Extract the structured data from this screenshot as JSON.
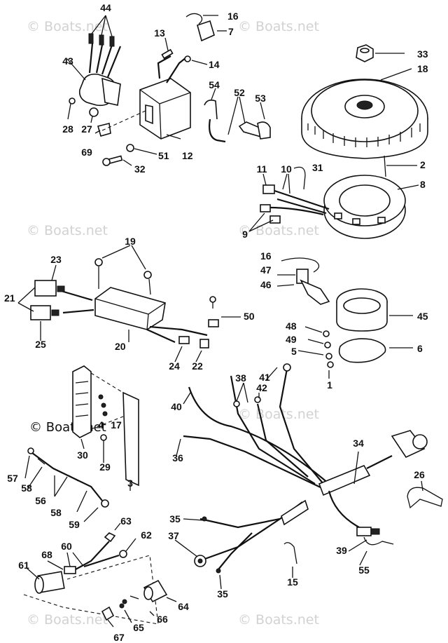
{
  "watermark": {
    "text": "© Boats.net"
  },
  "labels": {
    "l44": "44",
    "l16a": "16",
    "l7": "7",
    "l13": "13",
    "l43": "43",
    "l14": "14",
    "l33": "33",
    "l18": "18",
    "l54": "54",
    "l52": "52",
    "l53": "53",
    "l28": "28",
    "l27": "27",
    "l69": "69",
    "l51": "51",
    "l12": "12",
    "l32": "32",
    "l2": "2",
    "l11": "11",
    "l10": "10",
    "l31": "31",
    "l8": "8",
    "l9": "9",
    "l19": "19",
    "l23": "23",
    "l16b": "16",
    "l47": "47",
    "l46": "46",
    "l21": "21",
    "l50": "50",
    "l45": "45",
    "l25": "25",
    "l20": "20",
    "l48": "48",
    "l49": "49",
    "l5": "5",
    "l6": "6",
    "l24": "24",
    "l22": "22",
    "l1": "1",
    "l38": "38",
    "l41": "41",
    "l42": "42",
    "l40": "40",
    "l4": "4",
    "l17": "17",
    "l34": "34",
    "l30": "30",
    "l36": "36",
    "l29": "29",
    "l57": "57",
    "l58a": "58",
    "l3": "3",
    "l26": "26",
    "l56": "56",
    "l58b": "58",
    "l59": "59",
    "l63": "63",
    "l35a": "35",
    "l62": "62",
    "l60": "60",
    "l37": "37",
    "l39": "39",
    "l68": "68",
    "l61": "61",
    "l55": "55",
    "l15": "15",
    "l64": "64",
    "l35b": "35",
    "l66": "66",
    "l65": "65",
    "l67": "67"
  }
}
